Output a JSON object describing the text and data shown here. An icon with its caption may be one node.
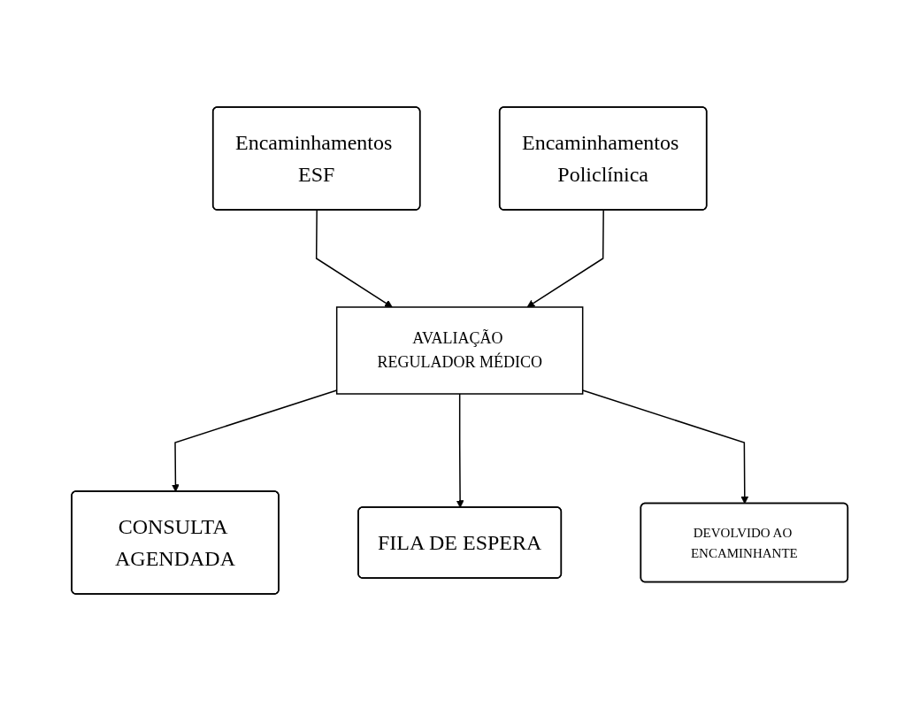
{
  "diagram": {
    "nodes": [
      {
        "text": [
          "Encaminhamentos ESF"
        ]
      },
      {
        "text": [
          "Encaminhamentos Policlínica"
        ]
      },
      {
        "text": [
          "AVALIAÇÃO REGULADOR MÉDICO"
        ]
      },
      {
        "text": [
          "CONSULTA AGENDADA"
        ]
      },
      {
        "text": [
          "FILA DE ESPERA"
        ]
      },
      {
        "text": [
          "DEVOLVIDO AO ENCAMINHANTE"
        ]
      }
    ],
    "edges": [
      {
        "from": 0,
        "to": 2,
        "arrow": "to"
      },
      {
        "from": 1,
        "to": 2,
        "arrow": "to"
      },
      {
        "from": 2,
        "to": 3,
        "arrow": "to"
      },
      {
        "from": 2,
        "to": 4,
        "arrow": "to"
      },
      {
        "from": 2,
        "to": 5,
        "arrow": "to"
      }
    ]
  }
}
